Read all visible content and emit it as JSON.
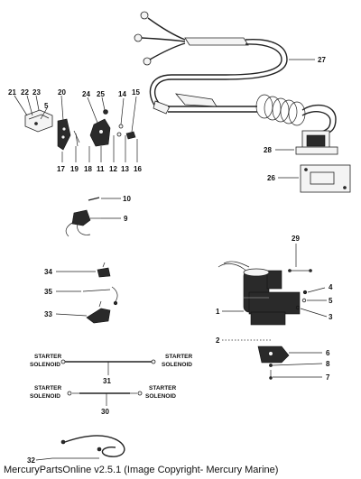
{
  "caption": "MercuryPartsOnline v2.5.1 (Image Copyright- Mercury Marine)",
  "callouts": {
    "c1": "1",
    "c2": "2",
    "c3": "3",
    "c4": "4",
    "c5": "5",
    "c6": "6",
    "c7": "7",
    "c8": "8",
    "c9": "9",
    "c10": "10",
    "c11": "11",
    "c12": "12",
    "c13": "13",
    "c14": "14",
    "c15": "15",
    "c16": "16",
    "c17": "17",
    "c18": "18",
    "c19": "19",
    "c20": "20",
    "c21": "21",
    "c22": "22",
    "c23": "23",
    "c24": "24",
    "c25": "25",
    "c26": "26",
    "c27": "27",
    "c28": "28",
    "c29": "29",
    "c30": "30",
    "c31": "31",
    "c32": "32",
    "c33": "33",
    "c34": "34",
    "c35": "35"
  },
  "labels": {
    "starter": "STARTER",
    "solenoid": "SOLENOID"
  }
}
